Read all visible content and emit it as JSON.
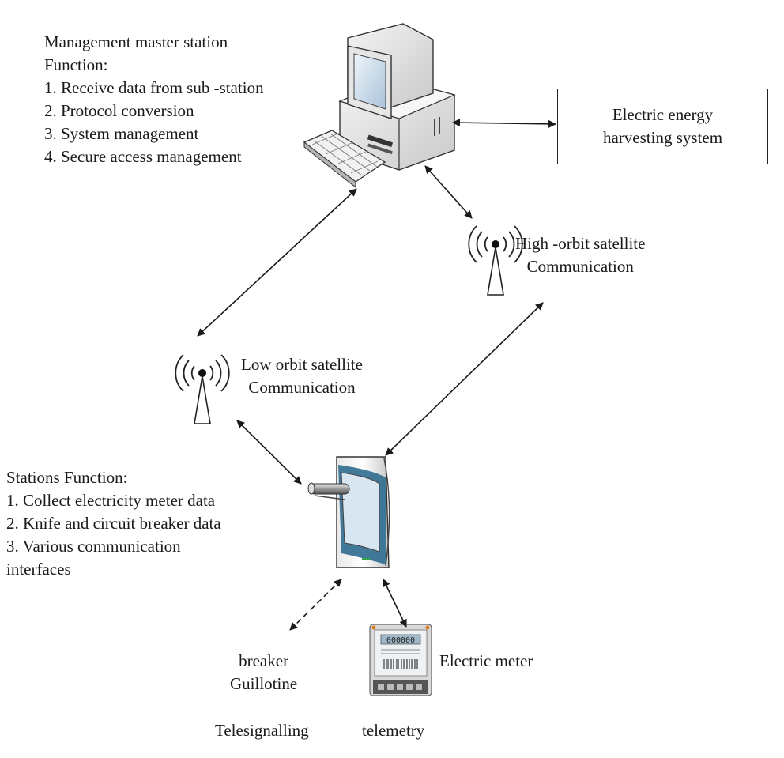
{
  "master": {
    "lines": [
      "Management  master station",
      "Function:",
      "1. Receive data from sub -station",
      "2. Protocol conversion",
      "3. System management",
      "4. Secure access management"
    ]
  },
  "energy_box": {
    "lines": [
      "Electric energy",
      "harvesting system"
    ]
  },
  "high_orbit": {
    "lines": [
      "High -orbit satellite",
      "Communication"
    ]
  },
  "low_orbit": {
    "lines": [
      "Low orbit satellite",
      "Communication"
    ]
  },
  "stations": {
    "lines": [
      "Stations  Function:",
      "1. Collect electricity meter data",
      "2. Knife and circuit breaker data",
      "3. Various communication",
      "interfaces"
    ]
  },
  "breaker": {
    "lines": [
      "breaker",
      "Guillotine"
    ]
  },
  "meter_label": "Electric meter",
  "meter_display": "000000",
  "telesignalling": "Telesignalling",
  "telemetry": "telemetry"
}
